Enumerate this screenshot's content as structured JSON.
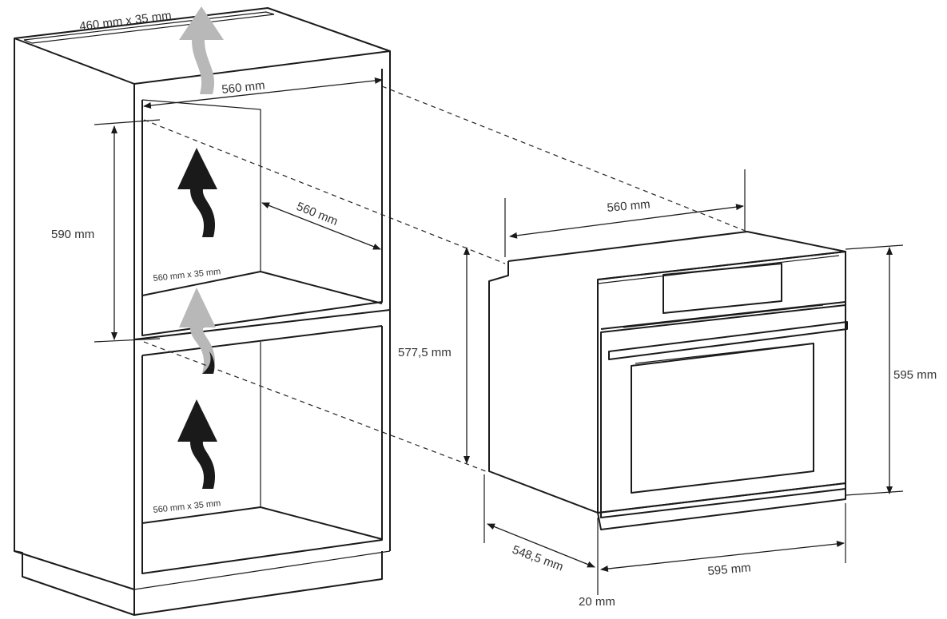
{
  "cabinet": {
    "top_vent_label": "460 mm x 35 mm",
    "inner_width_label": "560 mm",
    "height_label": "590 mm",
    "depth_label": "560 mm",
    "middle_vent_label": "560 mm x 35 mm",
    "bottom_vent_label": "560 mm x 35 mm"
  },
  "oven": {
    "width_top_label": "560 mm",
    "body_height_label": "577,5 mm",
    "total_height_label": "595 mm",
    "depth_label": "548,5 mm",
    "front_width_label": "595 mm",
    "front_thickness_label": "20 mm"
  },
  "colors": {
    "line": "#1a1a1a",
    "arrow_dark": "#1a1a1a",
    "arrow_light": "#b8b8b8",
    "text": "#333333"
  }
}
